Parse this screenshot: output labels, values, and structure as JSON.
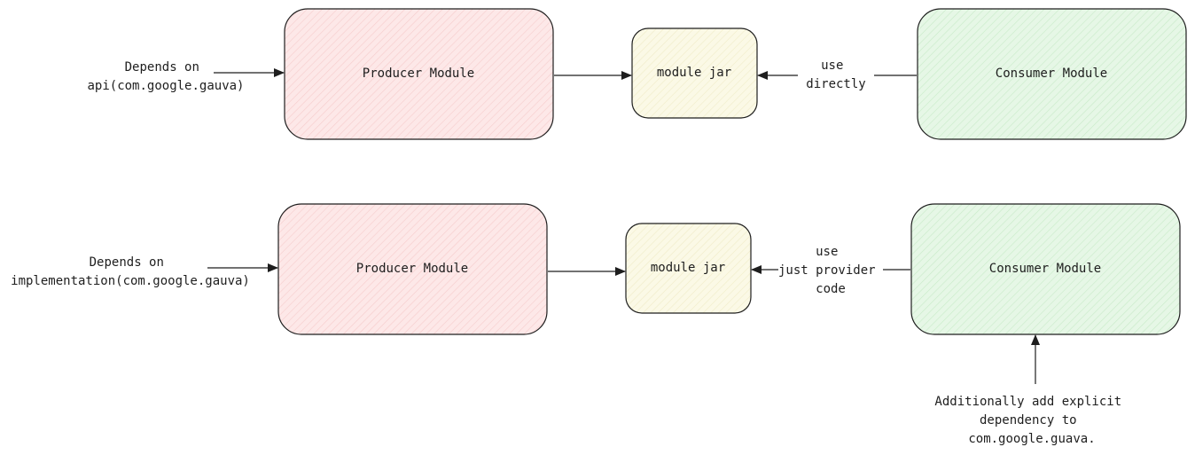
{
  "colors": {
    "producer_fill": "#fde8e8",
    "jar_fill": "#fbf9e6",
    "consumer_fill": "#e6f7e6",
    "stroke": "#1e1e1e"
  },
  "top": {
    "input_label": [
      "Depends on",
      "api(com.google.gauva)"
    ],
    "producer_label": "Producer Module",
    "jar_label": "module jar",
    "use_label": [
      "use",
      "directly"
    ],
    "consumer_label": "Consumer Module"
  },
  "bottom": {
    "input_label": [
      "Depends on",
      "implementation(com.google.gauva)"
    ],
    "producer_label": "Producer Module",
    "jar_label": "module jar",
    "use_label": [
      "use",
      "just provider",
      "code"
    ],
    "consumer_label": "Consumer Module",
    "extra_label": [
      "Additionally add explicit",
      "dependency to",
      "com.google.guava."
    ]
  }
}
